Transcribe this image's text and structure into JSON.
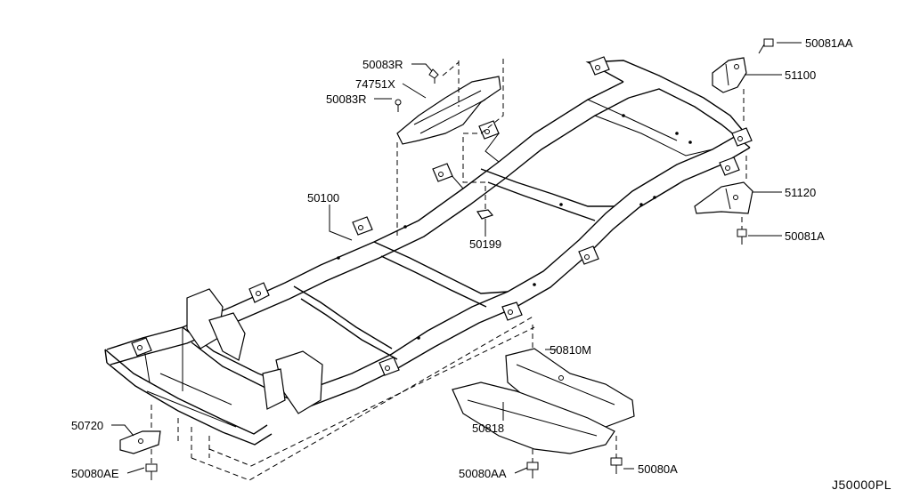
{
  "diagram_code": "J50000PL",
  "labels": {
    "p50081AA": "50081AA",
    "p51100": "51100",
    "p50083R_top": "50083R",
    "p74751X": "74751X",
    "p50083R_bottom": "50083R",
    "p51120": "51120",
    "p50081A": "50081A",
    "p50100": "50100",
    "p50199": "50199",
    "p50810M": "50810M",
    "p50720": "50720",
    "p50818": "50818",
    "p50080AE": "50080AE",
    "p50080AA": "50080AA",
    "p50080A": "50080A"
  }
}
